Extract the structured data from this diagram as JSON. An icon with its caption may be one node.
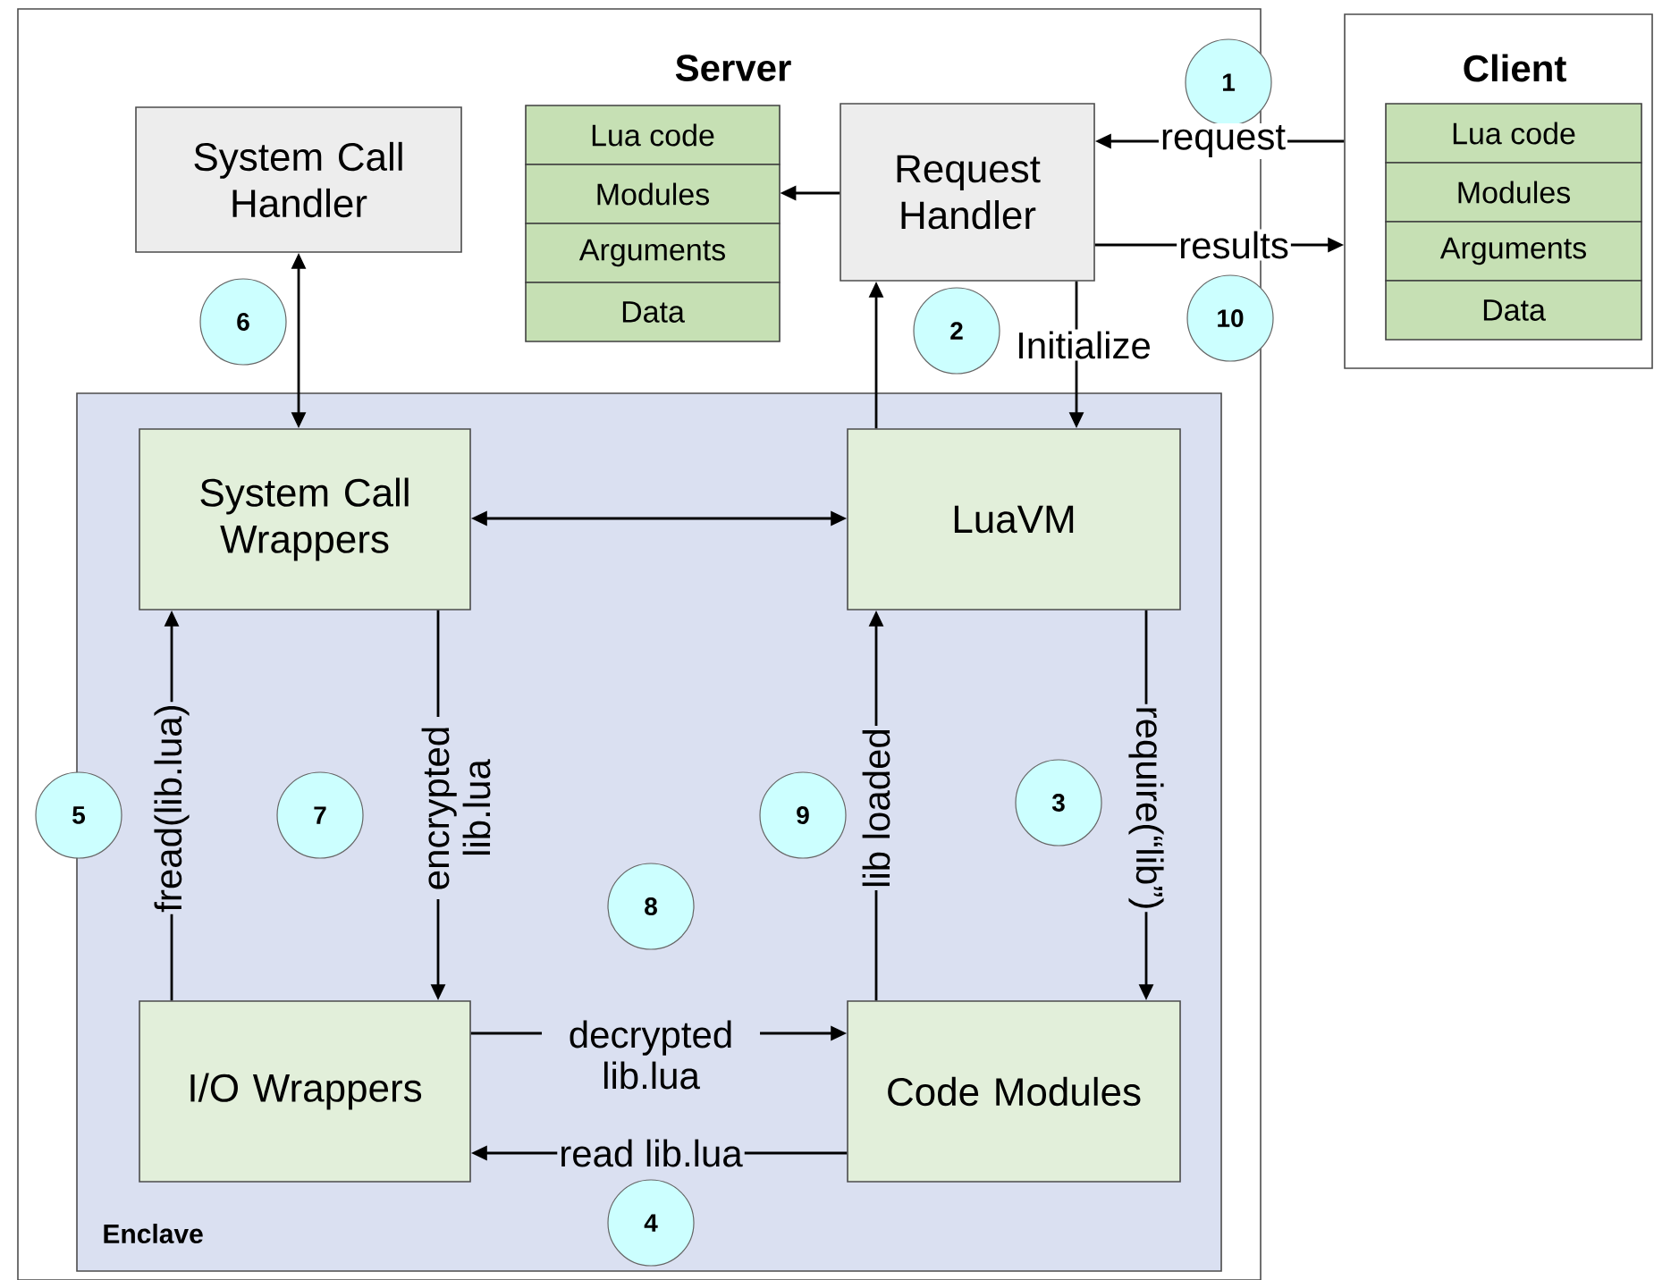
{
  "diagram": {
    "nodes": [
      {
        "text": [
          "Server"
        ]
      },
      {
        "text": [
          "Enclave"
        ],
        "in": 0
      },
      {
        "text": [
          "System Call Handler"
        ],
        "in": 0
      },
      {
        "text": [
          "Request Handler"
        ],
        "in": 0
      },
      {
        "text": [
          "Lua code",
          "Modules",
          "Arguments",
          "Data"
        ],
        "in": 0
      },
      {
        "text": [
          "Client"
        ]
      },
      {
        "text": [
          "Lua code",
          "Modules",
          "Arguments",
          "Data"
        ],
        "in": 5
      },
      {
        "text": [
          "System Call Wrappers"
        ],
        "in": 1
      },
      {
        "text": [
          "LuaVM"
        ],
        "in": 1
      },
      {
        "text": [
          "I/O Wrappers"
        ],
        "in": 1
      },
      {
        "text": [
          "Code Modules"
        ],
        "in": 1
      },
      {
        "text": [
          "1"
        ]
      },
      {
        "text": [
          "2"
        ],
        "in": 0
      },
      {
        "text": [
          "3"
        ],
        "in": 1
      },
      {
        "text": [
          "4"
        ],
        "in": 1
      },
      {
        "text": [
          "5"
        ],
        "in": 0
      },
      {
        "text": [
          "6"
        ],
        "in": 0
      },
      {
        "text": [
          "7"
        ],
        "in": 1
      },
      {
        "text": [
          "8"
        ],
        "in": 1
      },
      {
        "text": [
          "9"
        ],
        "in": 1
      },
      {
        "text": [
          "10"
        ]
      }
    ],
    "edges": [
      {
        "from": 5,
        "to": 3,
        "arrow": "to",
        "label": "request"
      },
      {
        "from": 3,
        "to": 5,
        "arrow": "to",
        "label": "results"
      },
      {
        "from": 3,
        "to": 4,
        "arrow": "to"
      },
      {
        "from": 8,
        "to": 3,
        "arrow": "to"
      },
      {
        "from": 3,
        "to": 8,
        "arrow": "to",
        "label": "Initialize"
      },
      {
        "from": 2,
        "to": 7,
        "arrow": "both"
      },
      {
        "from": 7,
        "to": 8,
        "arrow": "both"
      },
      {
        "from": 9,
        "to": 7,
        "arrow": "to",
        "label": "fread(lib.lua)"
      },
      {
        "from": 7,
        "to": 9,
        "arrow": "to",
        "label": "encrypted lib.lua"
      },
      {
        "from": 10,
        "to": 8,
        "arrow": "to",
        "label": "lib loaded"
      },
      {
        "from": 8,
        "to": 10,
        "arrow": "to",
        "label": "require(“lib”)"
      },
      {
        "from": 9,
        "to": 10,
        "arrow": "to",
        "label": "decrypted lib.lua"
      },
      {
        "from": 10,
        "to": 9,
        "arrow": "to",
        "label": "read lib.lua"
      }
    ]
  }
}
